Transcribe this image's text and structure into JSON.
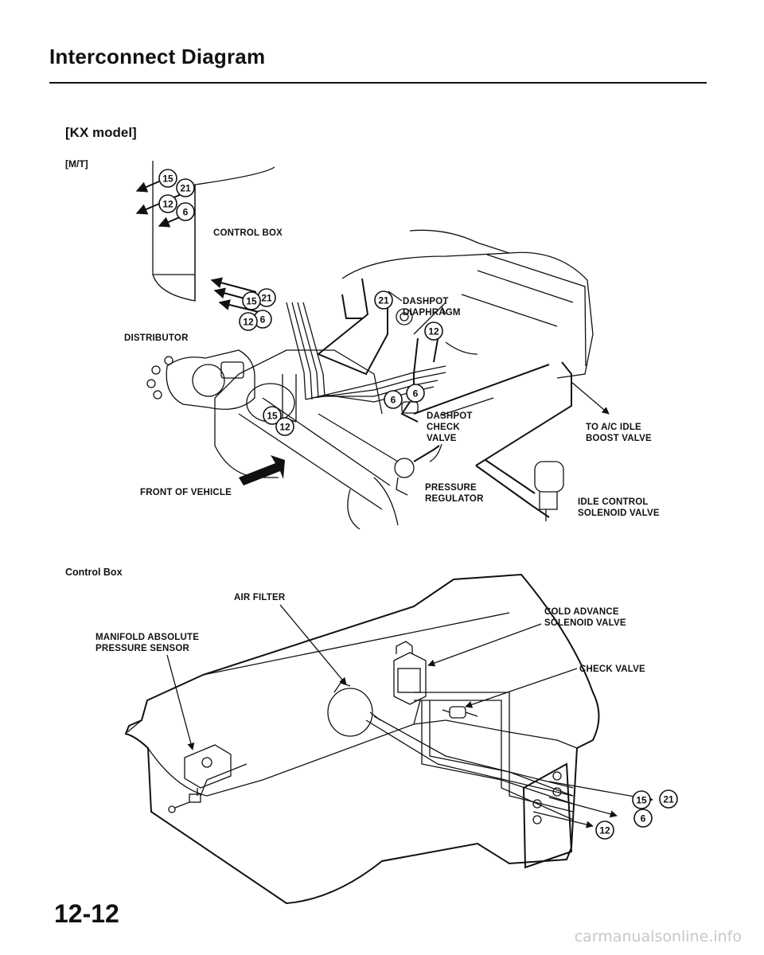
{
  "page": {
    "title": "Interconnect Diagram",
    "model": "[KX model]",
    "transmission": "[M/T]",
    "page_number": "12-12",
    "watermark": "carmanualsonline.info"
  },
  "top_diagram": {
    "labels": {
      "control_box": "CONTROL BOX",
      "distributor": "DISTRIBUTOR",
      "front_of_vehicle": "FRONT OF VEHICLE",
      "dashpot_diaphragm": "DASHPOT\nDIAPHRAGM",
      "dashpot_check_valve": "DASHPOT\nCHECK\nVALVE",
      "pressure_regulator": "PRESSURE\nREGULATOR",
      "to_ac_idle_boost_valve": "TO A/C IDLE\nBOOST VALVE",
      "idle_control_solenoid_valve": "IDLE CONTROL\nSOLENOID VALVE"
    },
    "hose_numbers": [
      "15",
      "21",
      "12",
      "6"
    ]
  },
  "bottom_diagram": {
    "heading": "Control Box",
    "labels": {
      "air_filter": "AIR FILTER",
      "manifold_absolute_pressure_sensor": "MANIFOLD ABSOLUTE\nPRESSURE SENSOR",
      "cold_advance_solenoid_valve": "COLD ADVANCE\nSOLENOID VALVE",
      "check_valve": "CHECK VALVE"
    },
    "hose_numbers": [
      "15",
      "21",
      "6",
      "12"
    ]
  }
}
